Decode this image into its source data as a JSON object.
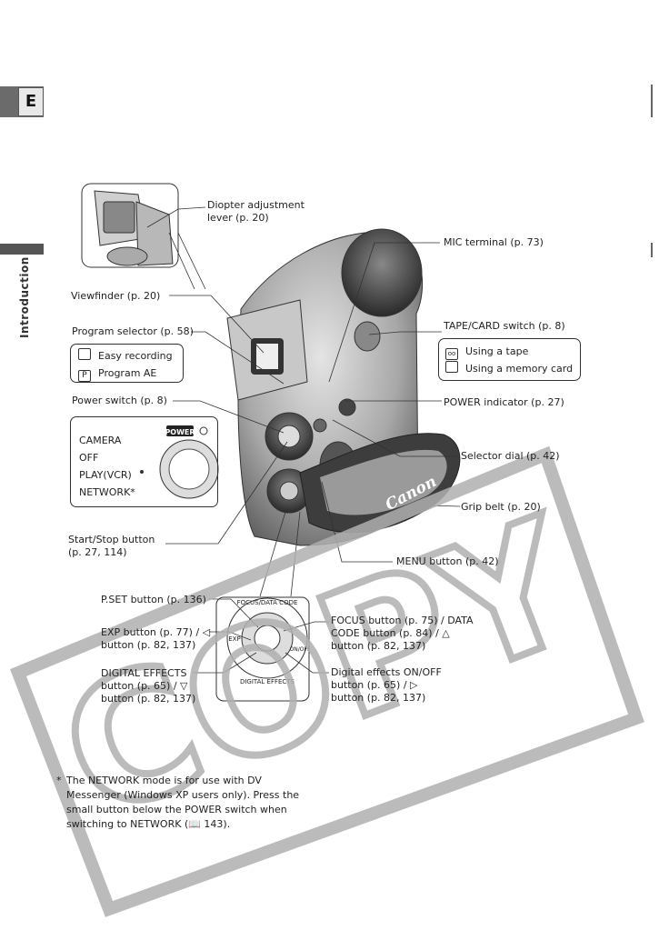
{
  "page": {
    "lang_tab": "E",
    "section": "Introduction"
  },
  "labels": {
    "diopter": "Diopter adjustment lever (p. 20)",
    "mic": "MIC terminal (p. 73)",
    "viewfinder": "Viewfinder (p. 20)",
    "program_selector": "Program selector (p. 58)",
    "tape_card": "TAPE/CARD switch (p. 8)",
    "power_switch": "Power switch (p. 8)",
    "power_indicator": "POWER indicator (p. 27)",
    "selector_dial": "Selector dial (p. 42)",
    "grip_belt": "Grip belt (p. 20)",
    "start_stop": "Start/Stop button (p. 27, 114)",
    "menu": "MENU button (p. 42)",
    "pset": "P.SET button (p. 136)",
    "exp": "EXP button (p. 77) / ◁ button (p. 82, 137)",
    "digital_effects": "DIGITAL EFFECTS button (p. 65) / ▽ button (p. 82, 137)",
    "focus": "FOCUS button (p. 75) / DATA CODE button (p. 84) / △ button (p. 82, 137)",
    "digital_onoff": "Digital effects ON/OFF button (p. 65) / ▷ button (p. 82, 137)"
  },
  "program_modes": [
    {
      "icon": "easy-recording-icon",
      "label": "Easy recording"
    },
    {
      "icon": "program-ae-icon",
      "glyph": "P",
      "label": "Program AE"
    }
  ],
  "tape_card_modes": [
    {
      "icon": "tape-icon",
      "label": "Using a tape"
    },
    {
      "icon": "memory-card-icon",
      "label": "Using a memory card"
    }
  ],
  "power_positions": [
    "CAMERA",
    "OFF",
    "PLAY(VCR)",
    "NETWORK*"
  ],
  "power_badge": "POWER",
  "dial_ring": {
    "top": "FOCUS/DATA CODE",
    "left": "EXP",
    "bottom": "DIGITAL EFFECTS",
    "right": "ON/OFF"
  },
  "brand": "Canon",
  "footnote": {
    "star": "*",
    "text": "The NETWORK mode is for use with DV Messenger (Windows XP users only). Press the small button below the POWER switch when switching to NETWORK (📖 143)."
  },
  "watermark": "COPY",
  "colors": {
    "tab": "#6b6b6b",
    "watermark": "#b0b0b0"
  }
}
